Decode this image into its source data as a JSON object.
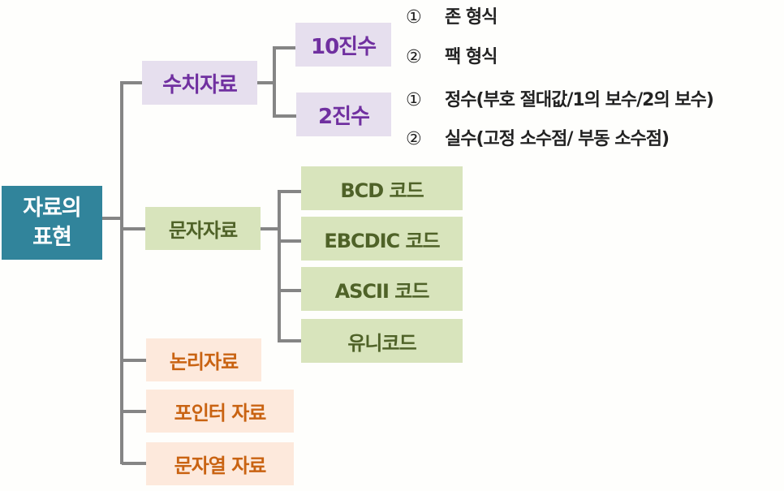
{
  "root": {
    "line1": "자료의",
    "line2": "표현"
  },
  "numeric": {
    "label": "수치자료",
    "decimal": {
      "label": "10진수",
      "items": [
        {
          "num": "①",
          "text": "존 형식"
        },
        {
          "num": "②",
          "text": "팩 형식"
        }
      ]
    },
    "binary": {
      "label": "2진수",
      "items": [
        {
          "num": "①",
          "text": "정수(부호 절대값/1의 보수/2의 보수)"
        },
        {
          "num": "②",
          "text": "실수(고정 소수점/ 부동 소수점)"
        }
      ]
    }
  },
  "character": {
    "label": "문자자료",
    "codes": [
      "BCD 코드",
      "EBCDIC 코드",
      "ASCII 코드",
      "유니코드"
    ]
  },
  "logical": {
    "label": "논리자료"
  },
  "pointer": {
    "label": "포인터 자료"
  },
  "string": {
    "label": "문자열 자료"
  }
}
